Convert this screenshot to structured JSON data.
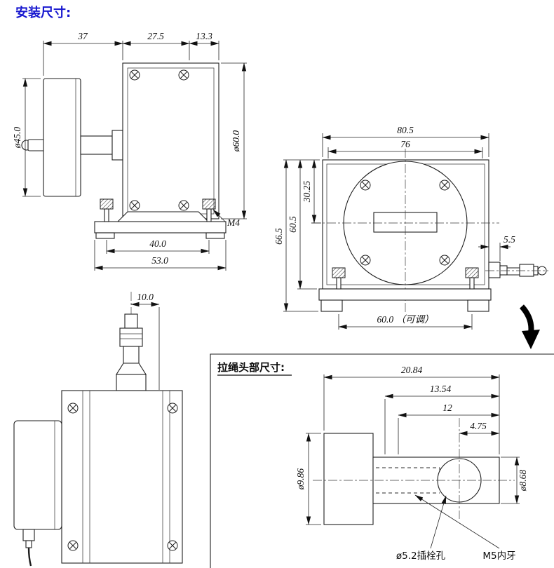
{
  "page": {
    "title": "安装尺寸:"
  },
  "head_section": {
    "title": "拉绳头部尺寸:"
  },
  "side_view": {
    "dim_top_left": "37",
    "dim_top_mid": "27.5",
    "dim_top_right": "13.3",
    "dim_left_dia": "ø45.0",
    "dim_right_dia": "ø60.0",
    "thread_label": "M4",
    "dim_bottom_inner": "40.0",
    "dim_bottom_outer": "53.0"
  },
  "front_view": {
    "dim_top_outer": "80.5",
    "dim_top_inner": "76",
    "dim_left_center": "30.25",
    "dim_left_body": "60.5",
    "dim_left_total": "66.5",
    "dim_cable": "5.5",
    "dim_bottom_travel": "60.0 （可调）"
  },
  "rear_view": {
    "dim_offset": "10.0"
  },
  "head_view": {
    "dim_total": "20.84",
    "dim_mid": "13.54",
    "dim_inner": "12",
    "dim_tip": "4.75",
    "dim_body_dia": "ø9.86",
    "dim_head_dia": "ø8.68",
    "label_pin_hole": "ø5.2插栓孔",
    "label_thread": "M5内牙"
  }
}
